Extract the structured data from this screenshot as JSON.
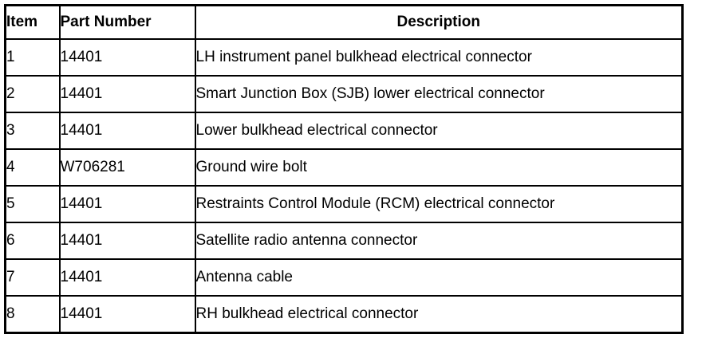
{
  "table": {
    "columns": [
      {
        "key": "item",
        "label": "Item",
        "align": "left"
      },
      {
        "key": "part_number",
        "label": "Part Number",
        "align": "left"
      },
      {
        "key": "description",
        "label": "Description",
        "align": "center"
      }
    ],
    "rows": [
      {
        "item": "1",
        "part_number": "14401",
        "description": "LH instrument panel bulkhead electrical connector"
      },
      {
        "item": "2",
        "part_number": "14401",
        "description": "Smart Junction Box (SJB) lower electrical connector"
      },
      {
        "item": "3",
        "part_number": "14401",
        "description": "Lower bulkhead electrical connector"
      },
      {
        "item": "4",
        "part_number": "W706281",
        "description": "Ground wire bolt"
      },
      {
        "item": "5",
        "part_number": "14401",
        "description": "Restraints Control Module (RCM) electrical connector"
      },
      {
        "item": "6",
        "part_number": "14401",
        "description": "Satellite radio antenna connector"
      },
      {
        "item": "7",
        "part_number": "14401",
        "description": "Antenna cable"
      },
      {
        "item": "8",
        "part_number": "14401",
        "description": "RH bulkhead electrical connector"
      }
    ]
  },
  "style": {
    "border_color": "#000000",
    "text_color": "#000000",
    "background_color": "#ffffff"
  }
}
